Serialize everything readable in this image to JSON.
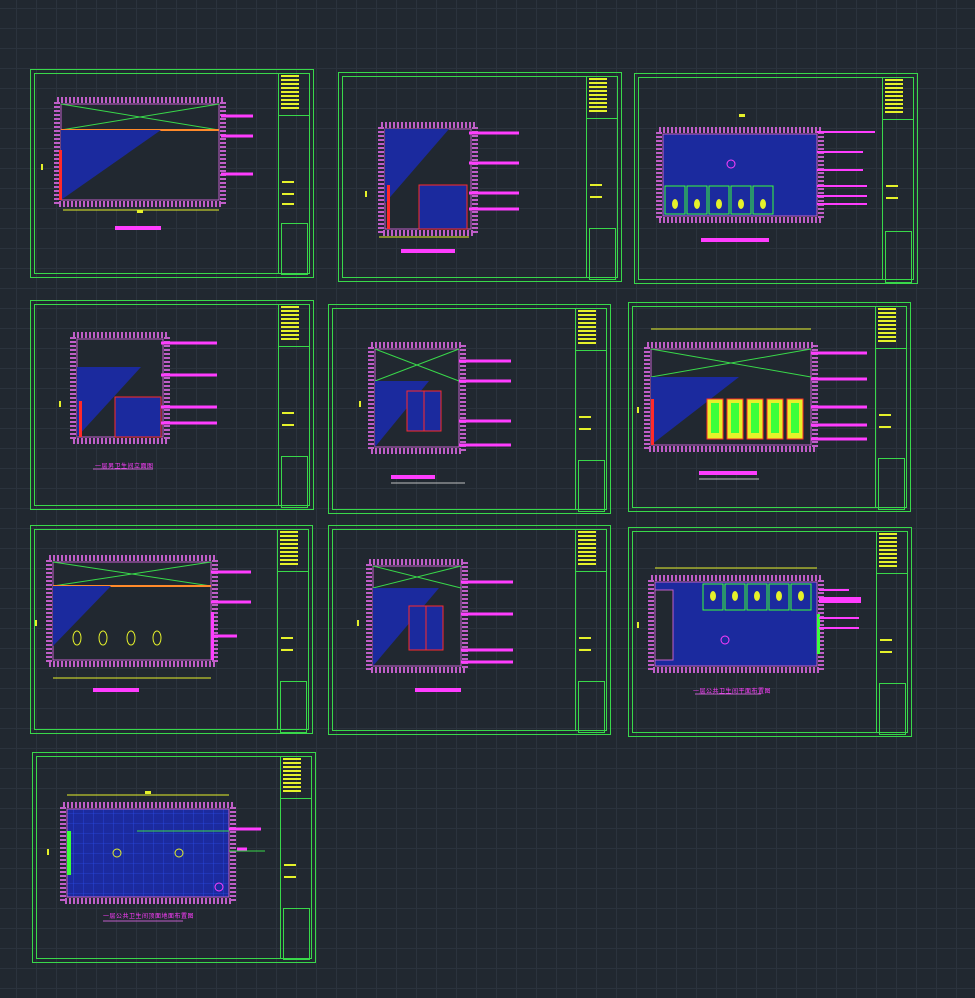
{
  "canvas": {
    "background": "#212830",
    "grid_color": "#2b333d"
  },
  "colors": {
    "frame": "#39d84a",
    "title_block_text": "#e5f12a",
    "hatch": "#c05ec8",
    "tile_fill": "#1b2a9e",
    "tile_lines": "#2f55ff",
    "label_leader": "#ff3dff",
    "accent_red": "#ff2a2a",
    "accent_green": "#3aff3a",
    "cross_lines": "#39d84a"
  },
  "sheets": [
    {
      "id": 1,
      "kind": "elevation",
      "caption": ""
    },
    {
      "id": 2,
      "kind": "elevation",
      "caption": ""
    },
    {
      "id": 3,
      "kind": "plan",
      "caption": ""
    },
    {
      "id": 4,
      "kind": "elevation",
      "caption": "一层男卫生间立面图"
    },
    {
      "id": 5,
      "kind": "elevation",
      "caption": ""
    },
    {
      "id": 6,
      "kind": "elevation",
      "caption": ""
    },
    {
      "id": 7,
      "kind": "elevation",
      "caption": ""
    },
    {
      "id": 8,
      "kind": "elevation",
      "caption": ""
    },
    {
      "id": 9,
      "kind": "plan",
      "caption": "一层公共卫生间平面布置图"
    },
    {
      "id": 10,
      "kind": "plan",
      "caption": "一层公共卫生间顶面地面布置图"
    }
  ]
}
